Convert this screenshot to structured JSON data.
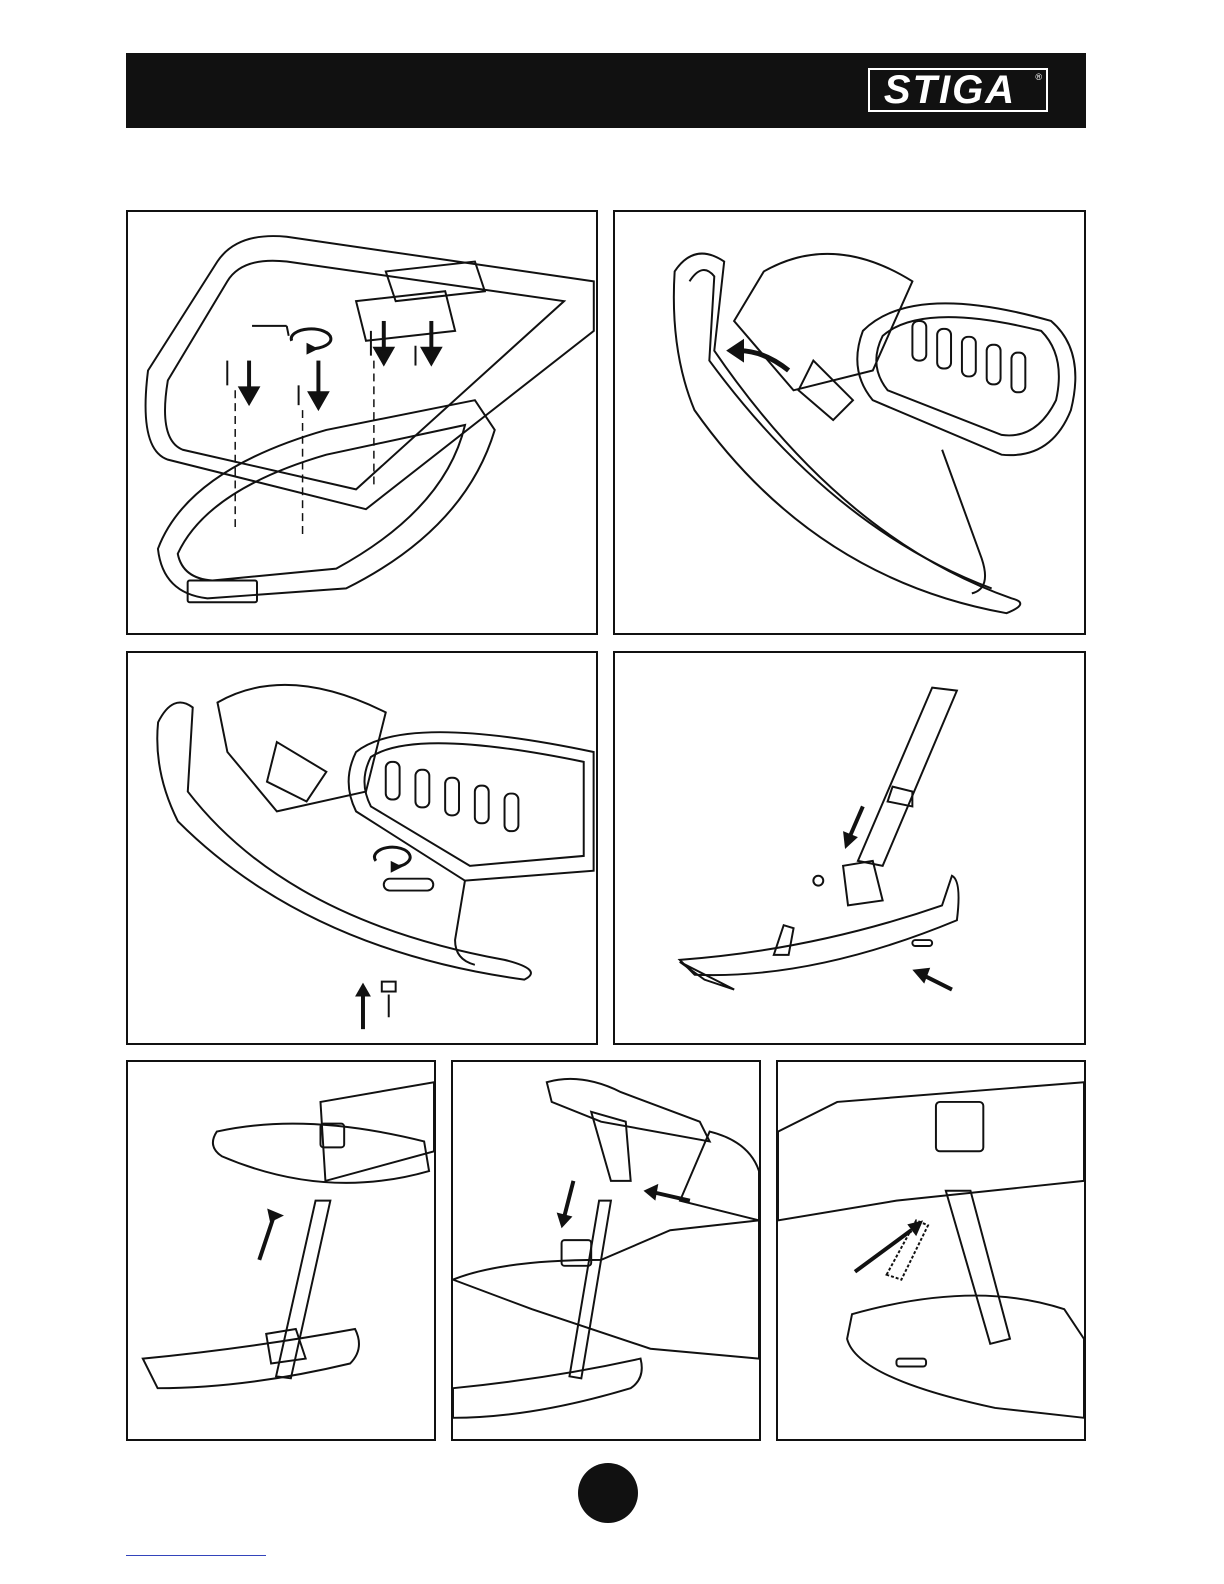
{
  "header": {
    "brand": "STIGA",
    "registered": "®"
  },
  "colors": {
    "header_bg": "#111111",
    "line_art": "#111111",
    "page_bg": "#ffffff"
  },
  "panels": [
    {
      "name": "step-1-seat-screws",
      "icons": [
        "screw-icon",
        "allen-key-icon",
        "rotate-icon",
        "arrow-down-icon"
      ]
    },
    {
      "name": "step-2-seat-fitted",
      "icons": [
        "arrow-curved-icon"
      ]
    },
    {
      "name": "step-3-frame-bolt",
      "icons": [
        "rotate-icon",
        "arrow-up-icon",
        "bolt-icon"
      ]
    },
    {
      "name": "step-4-ski-tube",
      "icons": [
        "arrow-down-icon",
        "arrow-left-icon",
        "bolt-icon"
      ]
    },
    {
      "name": "step-5-ski-insert",
      "icons": [
        "arrow-up-icon"
      ]
    },
    {
      "name": "step-6-steering-mount",
      "icons": [
        "arrow-down-icon",
        "arrow-left-icon"
      ]
    },
    {
      "name": "step-7-spring-detail",
      "icons": [
        "arrow-diagonal-icon",
        "spring-icon"
      ]
    }
  ]
}
